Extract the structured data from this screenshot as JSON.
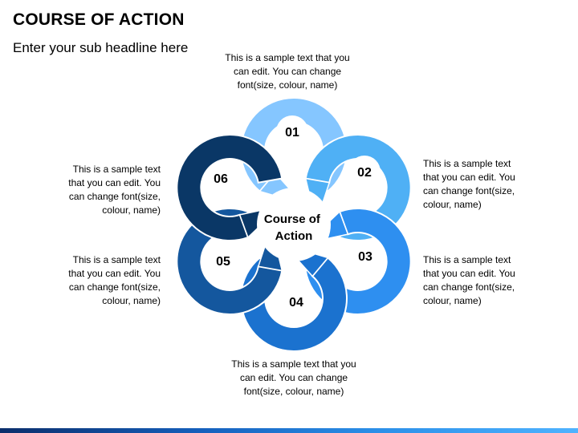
{
  "header": {
    "title": "COURSE OF ACTION",
    "subtitle": "Enter your sub headline here"
  },
  "center_label": [
    "Course of",
    "Action"
  ],
  "steps": [
    {
      "number": "01",
      "color": "#85C6FF"
    },
    {
      "number": "02",
      "color": "#4FB0F5"
    },
    {
      "number": "03",
      "color": "#2E8FF0"
    },
    {
      "number": "04",
      "color": "#1B72CF"
    },
    {
      "number": "05",
      "color": "#14579E"
    },
    {
      "number": "06",
      "color": "#0A3766"
    }
  ],
  "descriptions": {
    "top": [
      "This is a sample text that you",
      "can edit. You can change",
      "font(size, colour, name)"
    ],
    "right_upper": [
      "This is a sample text",
      "that you can edit. You",
      "can change font(size,",
      "colour, name)"
    ],
    "right_lower": [
      "This is a sample text",
      "that you can edit. You",
      "can change font(size,",
      "colour, name)"
    ],
    "bottom": [
      "This is a sample text that you",
      "can edit. You can change",
      "font(size, colour, name)"
    ],
    "left_lower": [
      "This is a sample text",
      "that you can edit. You",
      "can change font(size,",
      "colour, name)"
    ],
    "left_upper": [
      "This is a sample text",
      "that you can edit. You",
      "can change font(size,",
      "colour, name)"
    ]
  }
}
